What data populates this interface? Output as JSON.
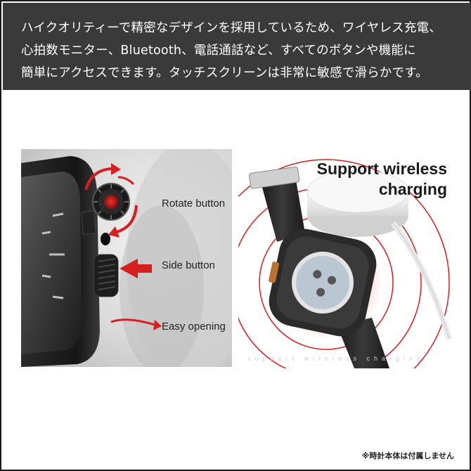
{
  "banner": {
    "lines": [
      "ハイクオリティーで精密なデザインを採用しているため、ワイヤレス充電、",
      "心拍数モニター、Bluetooth、電話通話など、すべてのボタンや機能に",
      "簡単にアクセスできます。タッチスクリーンは非常に敏感で滑らかです。"
    ]
  },
  "left_panel": {
    "callouts": {
      "rotate": "Rotate button",
      "side": "Side button",
      "easy": "Easy opening"
    }
  },
  "right_panel": {
    "title_line1": "Support wireless",
    "title_line2": "charging",
    "faint_caption": "support wireless charging"
  },
  "footnote": "※時計本体は付属しません",
  "colors": {
    "banner_bg": "#3a3a3a",
    "accent_red": "#d62020",
    "text_dark": "#1a1a1a"
  }
}
